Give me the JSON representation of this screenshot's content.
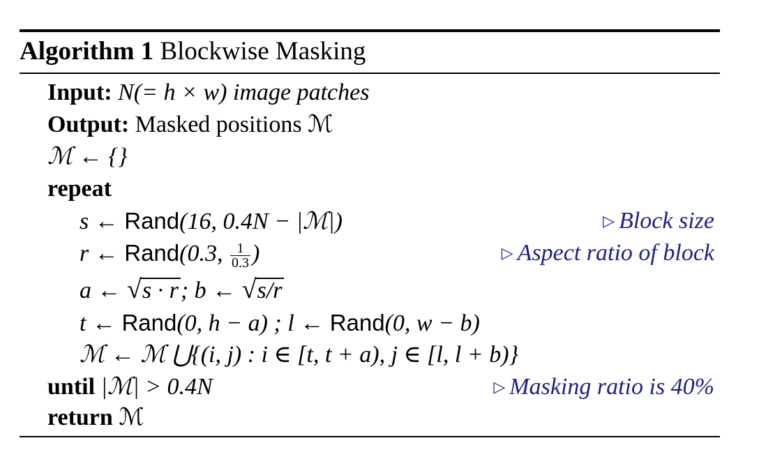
{
  "algorithm": {
    "label": "Algorithm 1",
    "title": "Blockwise Masking"
  },
  "lines": {
    "input_kw": "Input:",
    "input_text": "N(= h × w) image patches",
    "output_kw": "Output:",
    "output_text": "Masked positions ℳ",
    "init": "ℳ ← {}",
    "repeat_kw": "repeat",
    "s_lhs": "s ← ",
    "s_func": "Rand",
    "s_args": "(16, 0.4N − |ℳ|)",
    "s_comment": "Block size",
    "r_lhs": "r ← ",
    "r_func": "Rand",
    "r_args_pre": "(0.3, ",
    "r_frac_num": "1",
    "r_frac_den": "0.3",
    "r_args_post": ")",
    "r_comment": "Aspect ratio of block",
    "a_lhs": "a ← ",
    "a_rad": "s · r",
    "b_lhs": "; b ← ",
    "b_rad": "s/r",
    "t_lhs": "t ← ",
    "t_func": "Rand",
    "t_args": "(0, h − a) ; ",
    "l_lhs": "l ← ",
    "l_func": "Rand",
    "l_args": "(0, w − b)",
    "update": "ℳ ← ℳ ⋃{(i, j) : i ∈ [t, t + a), j ∈ [l, l + b)}",
    "until_kw": "until",
    "until_cond": " |ℳ| > 0.4N",
    "until_comment": "Masking ratio is 40%",
    "return_kw": "return",
    "return_val": " ℳ",
    "comment_marker": "▷"
  }
}
